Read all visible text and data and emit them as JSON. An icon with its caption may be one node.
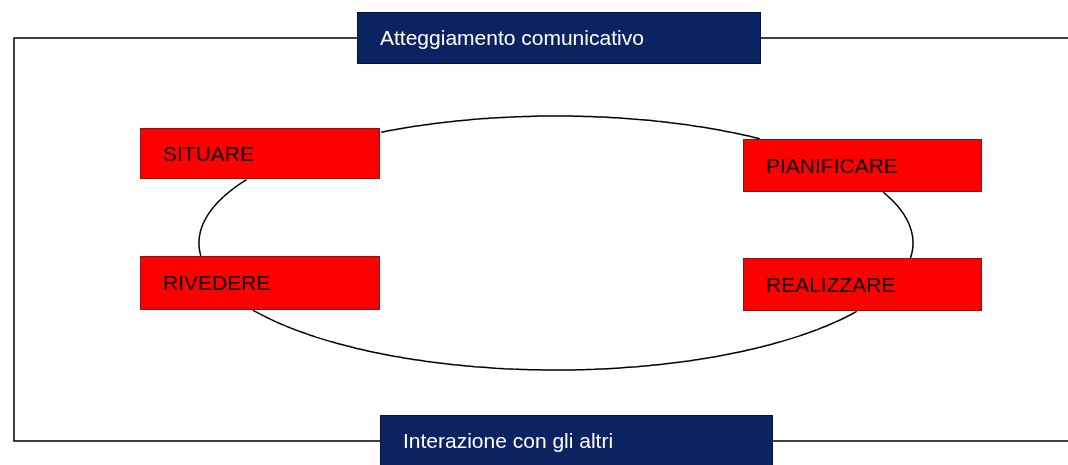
{
  "diagram": {
    "nodes": [
      {
        "text": [
          "Atteggiamento comunicativo"
        ]
      },
      {
        "text": [
          "SITUARE"
        ]
      },
      {
        "text": [
          "PIANIFICARE"
        ]
      },
      {
        "text": [
          "RIVEDERE"
        ]
      },
      {
        "text": [
          "REALIZZARE"
        ]
      },
      {
        "text": [
          "Interazione con gli altri"
        ]
      }
    ],
    "edges": [
      {
        "from": 1,
        "to": 2,
        "arrow": "none"
      },
      {
        "from": 2,
        "to": 4,
        "arrow": "none"
      },
      {
        "from": 4,
        "to": 3,
        "arrow": "none"
      },
      {
        "from": 3,
        "to": 1,
        "arrow": "none"
      },
      {
        "from": 0,
        "to": 5,
        "arrow": "none"
      },
      {
        "from": 0,
        "to": null,
        "arrow": "none"
      },
      {
        "from": 5,
        "to": null,
        "arrow": "none"
      }
    ]
  }
}
